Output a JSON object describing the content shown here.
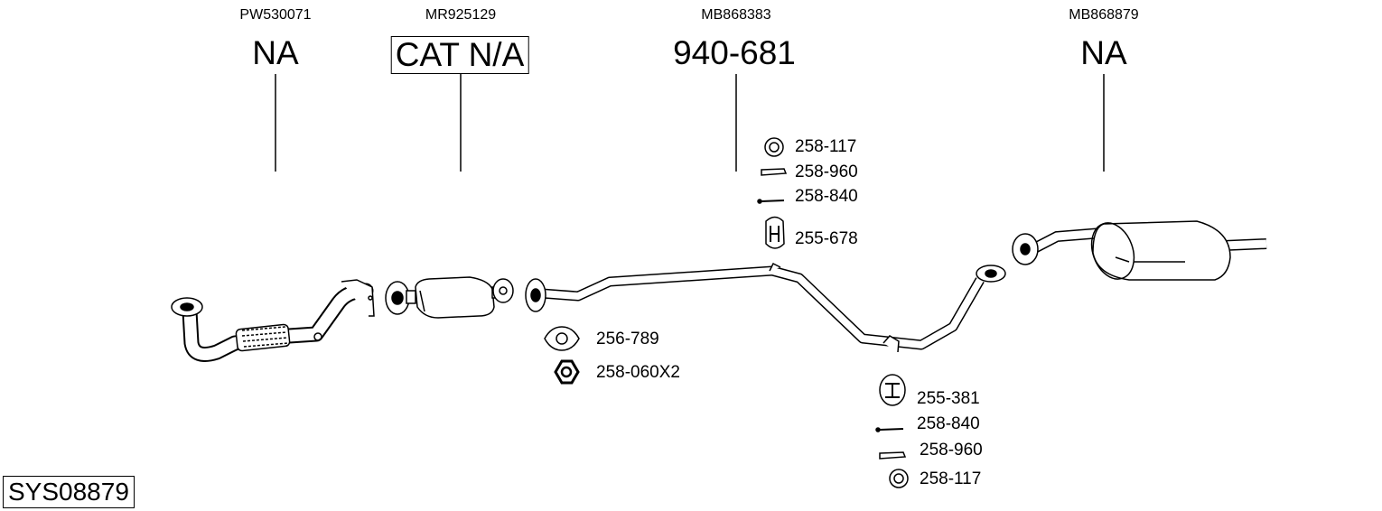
{
  "columns": [
    {
      "code": "PW530071",
      "label": "NA",
      "boxed": false
    },
    {
      "code": "MR925129",
      "label": "CAT N/A",
      "boxed": true
    },
    {
      "code": "MB868383",
      "label": "940-681",
      "boxed": false
    },
    {
      "code": "MB868879",
      "label": "NA",
      "boxed": false
    }
  ],
  "upper_parts": [
    {
      "icon": "ring-icon",
      "number": "258-117"
    },
    {
      "icon": "sleeve-icon",
      "number": "258-960"
    },
    {
      "icon": "bolt-icon",
      "number": "258-840"
    },
    {
      "icon": "rubber-hanger-icon",
      "number": "255-678"
    }
  ],
  "middle_parts": [
    {
      "icon": "gasket-icon",
      "number": "256-789"
    },
    {
      "icon": "nut-icon",
      "number": "258-060X2"
    }
  ],
  "lower_parts": [
    {
      "icon": "rubber-hanger-icon",
      "number": "255-381"
    },
    {
      "icon": "bolt-icon",
      "number": "258-840"
    },
    {
      "icon": "sleeve-icon",
      "number": "258-960"
    },
    {
      "icon": "ring-icon",
      "number": "258-117"
    }
  ],
  "system_id": "SYS08879"
}
